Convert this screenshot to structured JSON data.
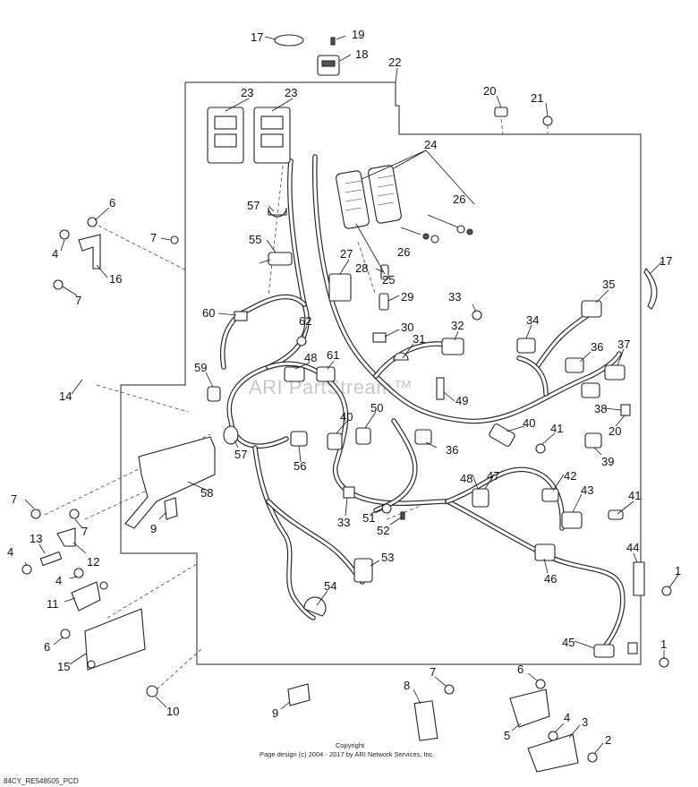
{
  "watermark": "ARI PartStream™",
  "footer": {
    "copyright": "Copyright",
    "page_design": "Page design (c) 2004 - 2017 by ARI Network Services, Inc.",
    "diagram_id": "84CY_RE548505_PCD"
  },
  "callouts": [
    {
      "id": "c17a",
      "label": "17"
    },
    {
      "id": "c19",
      "label": "19"
    },
    {
      "id": "c18",
      "label": "18"
    },
    {
      "id": "c22",
      "label": "22"
    },
    {
      "id": "c20a",
      "label": "20"
    },
    {
      "id": "c21",
      "label": "21"
    },
    {
      "id": "c23a",
      "label": "23"
    },
    {
      "id": "c23b",
      "label": "23"
    },
    {
      "id": "c24",
      "label": "24"
    },
    {
      "id": "c26a",
      "label": "26"
    },
    {
      "id": "c26b",
      "label": "26"
    },
    {
      "id": "c25",
      "label": "25"
    },
    {
      "id": "c6a",
      "label": "6"
    },
    {
      "id": "c7a",
      "label": "7"
    },
    {
      "id": "c4a",
      "label": "4"
    },
    {
      "id": "c16",
      "label": "16"
    },
    {
      "id": "c7b",
      "label": "7"
    },
    {
      "id": "c57a",
      "label": "57"
    },
    {
      "id": "c55",
      "label": "55"
    },
    {
      "id": "c27",
      "label": "27"
    },
    {
      "id": "c28",
      "label": "28"
    },
    {
      "id": "c29",
      "label": "29"
    },
    {
      "id": "c17b",
      "label": "17"
    },
    {
      "id": "c35",
      "label": "35"
    },
    {
      "id": "c33a",
      "label": "33"
    },
    {
      "id": "c60",
      "label": "60"
    },
    {
      "id": "c62",
      "label": "62"
    },
    {
      "id": "c30",
      "label": "30"
    },
    {
      "id": "c32",
      "label": "32"
    },
    {
      "id": "c34",
      "label": "34"
    },
    {
      "id": "c31",
      "label": "31"
    },
    {
      "id": "c36a",
      "label": "36"
    },
    {
      "id": "c37",
      "label": "37"
    },
    {
      "id": "c48a",
      "label": "48"
    },
    {
      "id": "c61",
      "label": "61"
    },
    {
      "id": "c14",
      "label": "14"
    },
    {
      "id": "c59",
      "label": "59"
    },
    {
      "id": "c49",
      "label": "49"
    },
    {
      "id": "c38",
      "label": "38"
    },
    {
      "id": "c20b",
      "label": "20"
    },
    {
      "id": "c50",
      "label": "50"
    },
    {
      "id": "c40a",
      "label": "40"
    },
    {
      "id": "c40b",
      "label": "40"
    },
    {
      "id": "c41a",
      "label": "41"
    },
    {
      "id": "c57b",
      "label": "57"
    },
    {
      "id": "c56",
      "label": "56"
    },
    {
      "id": "c36b",
      "label": "36"
    },
    {
      "id": "c39",
      "label": "39"
    },
    {
      "id": "c48b",
      "label": "48"
    },
    {
      "id": "c47",
      "label": "47"
    },
    {
      "id": "c42",
      "label": "42"
    },
    {
      "id": "c58",
      "label": "58"
    },
    {
      "id": "c43",
      "label": "43"
    },
    {
      "id": "c7c",
      "label": "7"
    },
    {
      "id": "c9a",
      "label": "9"
    },
    {
      "id": "c33b",
      "label": "33"
    },
    {
      "id": "c51",
      "label": "51"
    },
    {
      "id": "c52",
      "label": "52"
    },
    {
      "id": "c41b",
      "label": "41"
    },
    {
      "id": "c7d",
      "label": "7"
    },
    {
      "id": "c13",
      "label": "13"
    },
    {
      "id": "c4b",
      "label": "4"
    },
    {
      "id": "c12",
      "label": "12"
    },
    {
      "id": "c44",
      "label": "44"
    },
    {
      "id": "c53",
      "label": "53"
    },
    {
      "id": "c4c",
      "label": "4"
    },
    {
      "id": "c46",
      "label": "46"
    },
    {
      "id": "c1a",
      "label": "1"
    },
    {
      "id": "c11",
      "label": "11"
    },
    {
      "id": "c54",
      "label": "54"
    },
    {
      "id": "c6b",
      "label": "6"
    },
    {
      "id": "c15",
      "label": "15"
    },
    {
      "id": "c45",
      "label": "45"
    },
    {
      "id": "c1b",
      "label": "1"
    },
    {
      "id": "c7e",
      "label": "7"
    },
    {
      "id": "c6c",
      "label": "6"
    },
    {
      "id": "c8",
      "label": "8"
    },
    {
      "id": "c10",
      "label": "10"
    },
    {
      "id": "c9b",
      "label": "9"
    },
    {
      "id": "c4d",
      "label": "4"
    },
    {
      "id": "c3",
      "label": "3"
    },
    {
      "id": "c5",
      "label": "5"
    },
    {
      "id": "c2",
      "label": "2"
    }
  ]
}
